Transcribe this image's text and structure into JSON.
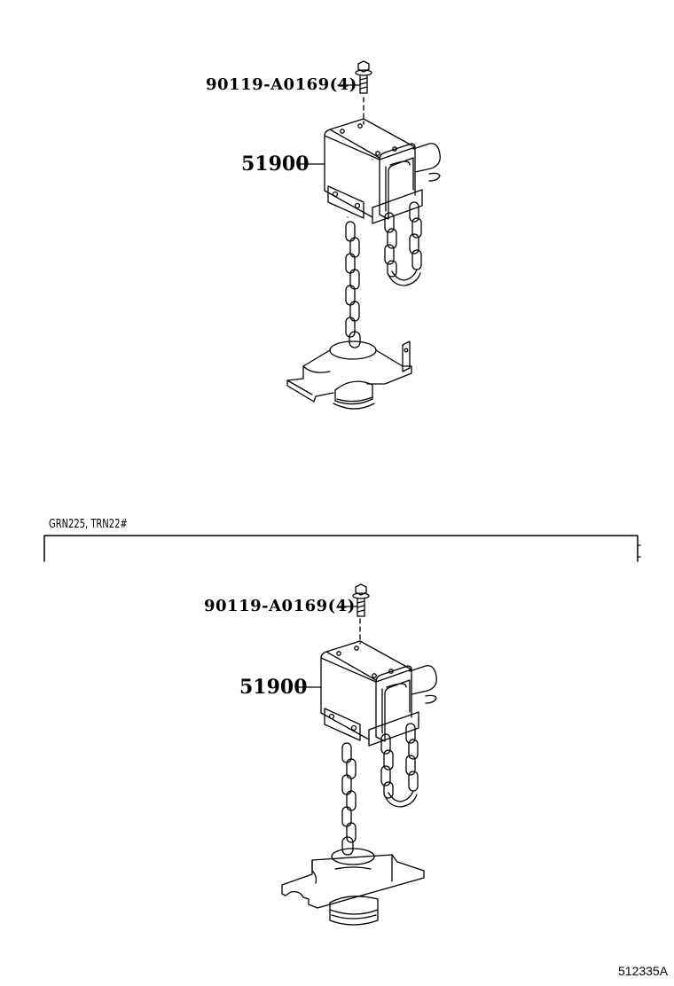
{
  "diagram": {
    "type": "parts-illustration",
    "figure_id": "512335A",
    "assemblies": [
      {
        "name": "upper-assembly",
        "variant_label": "",
        "callouts": [
          {
            "part_number": "90119-A0169",
            "quantity": "(4)",
            "label": "90119-A0169(4)",
            "description": "bolt"
          },
          {
            "part_number": "51900",
            "label": "51900",
            "description": "spare wheel carrier assembly"
          }
        ]
      },
      {
        "name": "lower-assembly",
        "variant_label": "GRN225, TRN22#",
        "callouts": [
          {
            "part_number": "90119-A0169",
            "quantity": "(4)",
            "label": "90119-A0169(4)",
            "description": "bolt"
          },
          {
            "part_number": "51900",
            "label": "51900",
            "description": "spare wheel carrier assembly"
          }
        ]
      }
    ]
  }
}
